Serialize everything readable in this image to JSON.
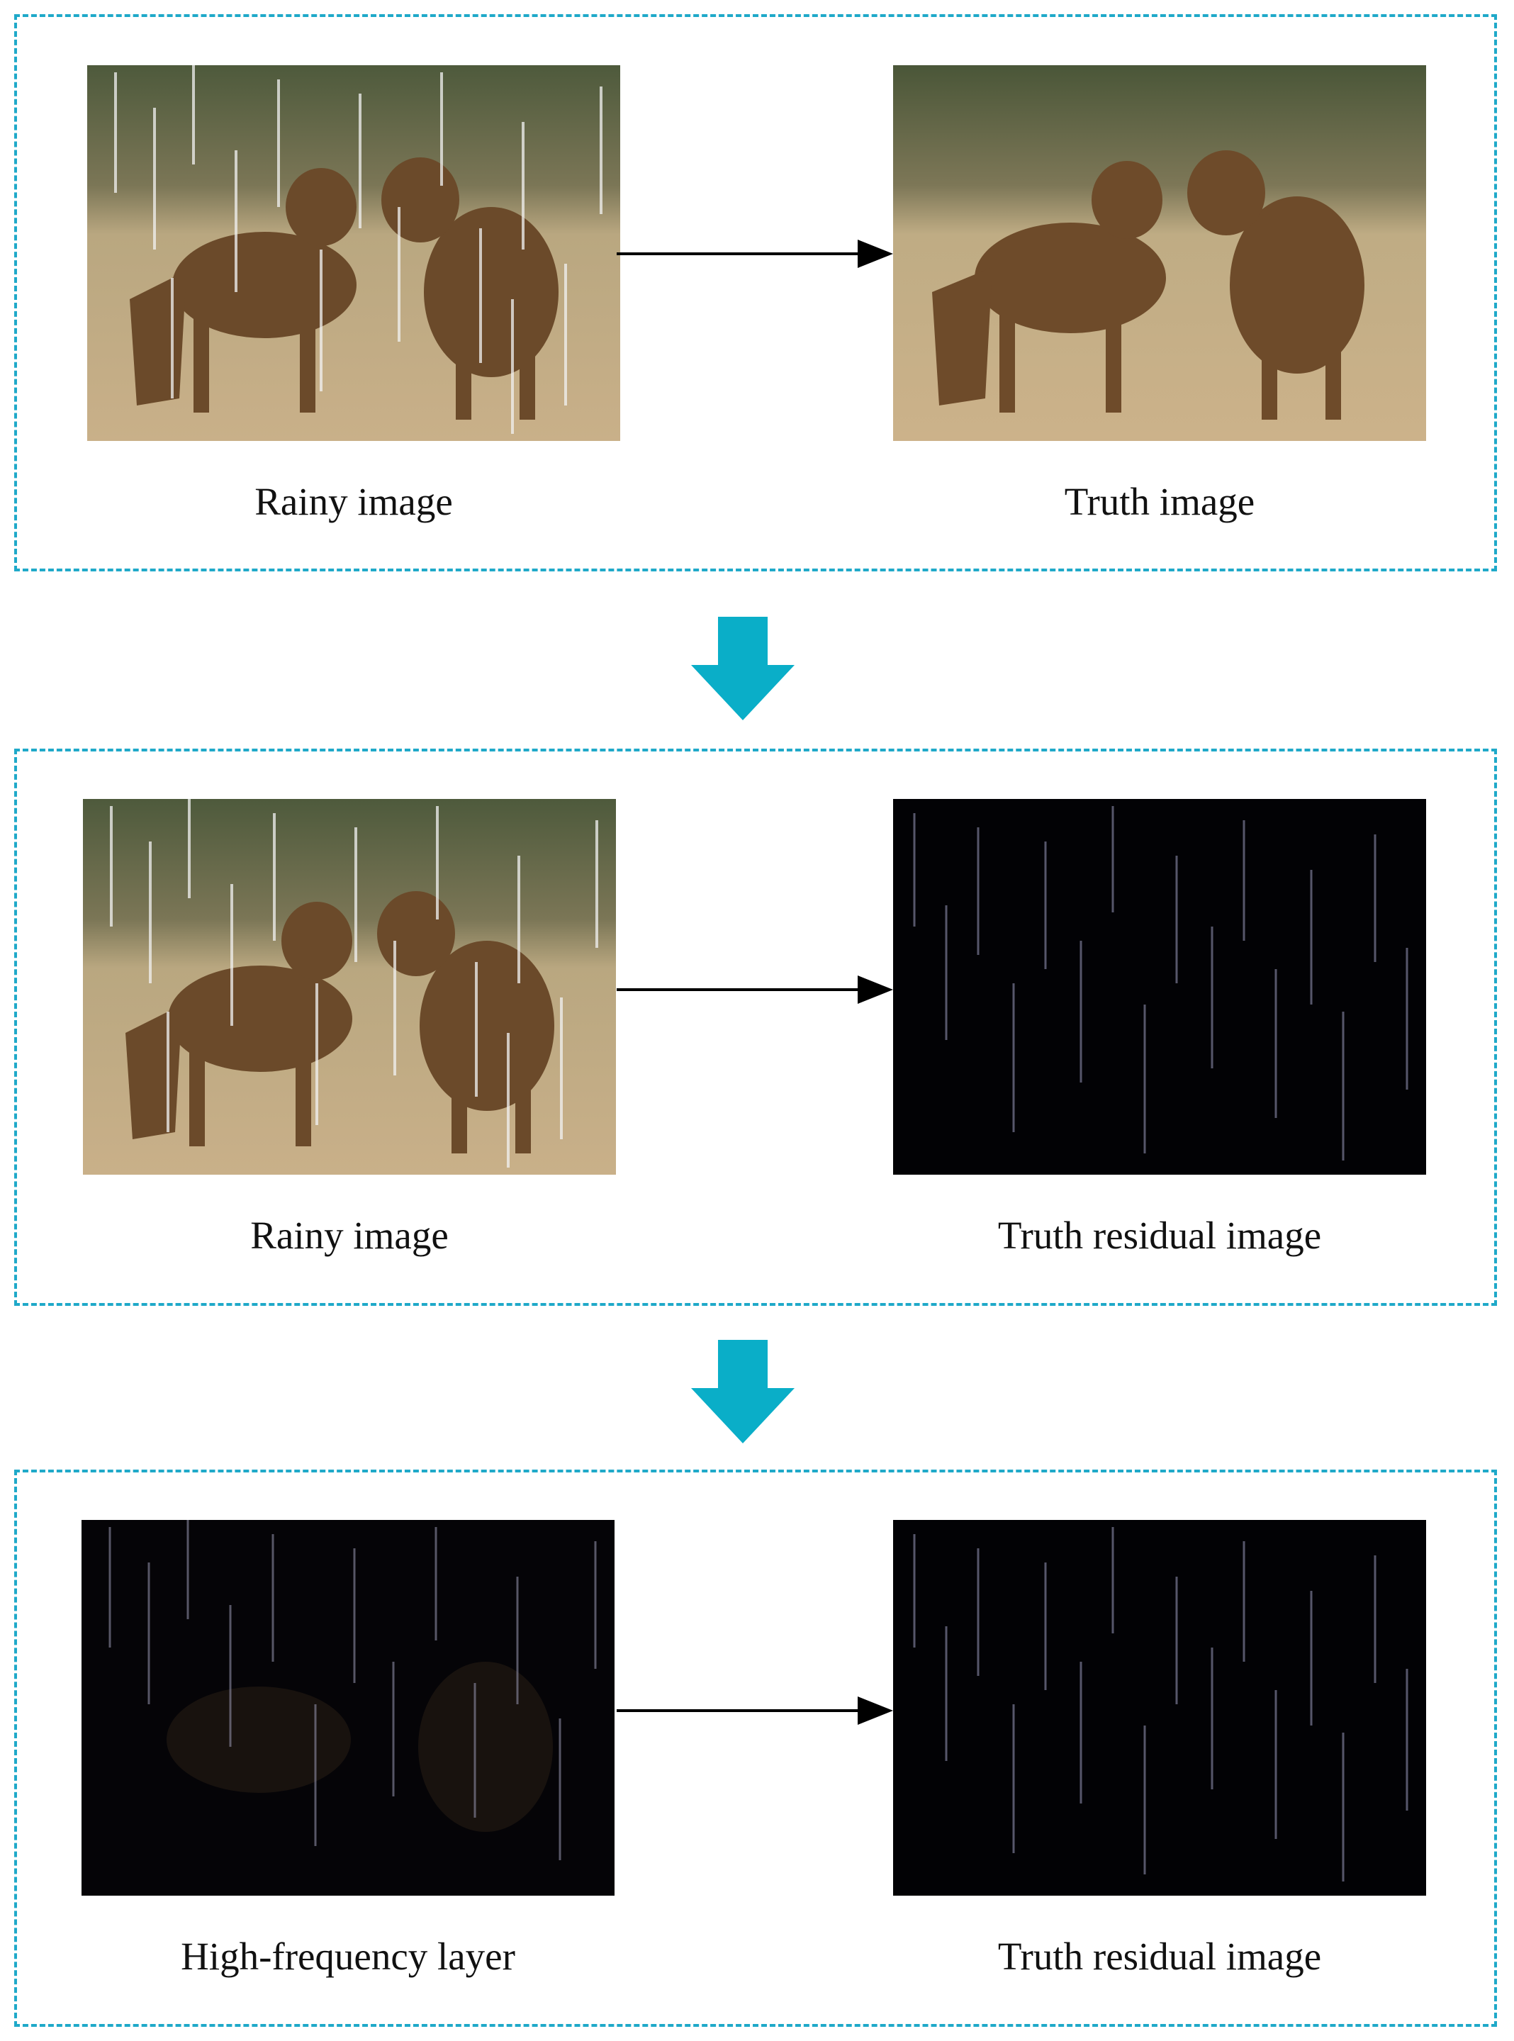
{
  "colors": {
    "panel_border": "#1fa9c9",
    "down_arrow": "#0aaec8",
    "flow_arrow": "#000000"
  },
  "stages": [
    {
      "left_image": "rainy-coyote-photo",
      "left_label": "Rainy image",
      "right_image": "clean-coyote-photo",
      "right_label": "Truth image"
    },
    {
      "left_image": "rainy-coyote-photo",
      "left_label": "Rainy image",
      "right_image": "rain-streak-residual",
      "right_label": "Truth residual image"
    },
    {
      "left_image": "high-frequency-detail-layer",
      "left_label": "High-frequency layer",
      "right_image": "rain-streak-residual",
      "right_label": "Truth residual image"
    }
  ]
}
